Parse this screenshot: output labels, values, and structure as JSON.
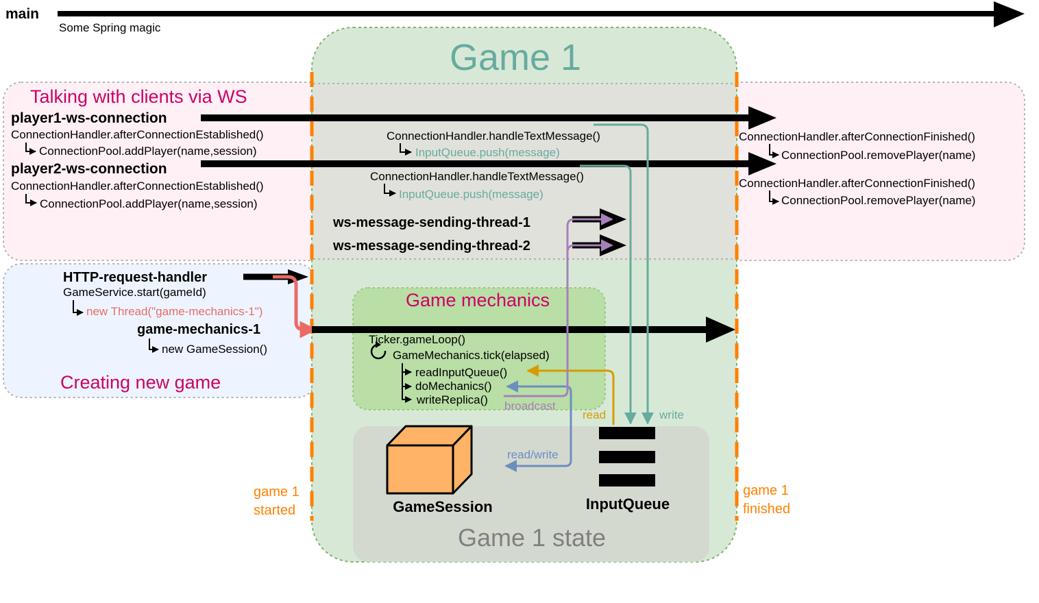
{
  "main": {
    "label": "main",
    "note": "Some Spring magic"
  },
  "game": {
    "title": "Game 1",
    "started_label": [
      "game 1",
      "started"
    ],
    "finished_label": [
      "game 1",
      "finished"
    ]
  },
  "ws": {
    "title": "Talking with clients via WS",
    "player1": {
      "thread": "player1-ws-connection",
      "established": "ConnectionHandler.afterConnectionEstablished()",
      "add": "ConnectionPool.addPlayer(name,session)",
      "handle": "ConnectionHandler.handleTextMessage()",
      "push": "InputQueue.push(message)",
      "finished": "ConnectionHandler.afterConnectionFinished()",
      "remove": "ConnectionPool.removePlayer(name)"
    },
    "player2": {
      "thread": "player2-ws-connection",
      "established": "ConnectionHandler.afterConnectionEstablished()",
      "add": "ConnectionPool.addPlayer(name,session)",
      "handle": "ConnectionHandler.handleTextMessage()",
      "push": "InputQueue.push(message)",
      "finished": "ConnectionHandler.afterConnectionFinished()",
      "remove": "ConnectionPool.removePlayer(name)"
    },
    "sender1": "ws-message-sending-thread-1",
    "sender2": "ws-message-sending-thread-2"
  },
  "create": {
    "title": "Creating new game",
    "http_thread": "HTTP-request-handler",
    "start_call": "GameService.start(gameId)",
    "new_thread": "new Thread(\"game-mechanics-1\")",
    "mech_thread": "game-mechanics-1",
    "new_session": "new GameSession()"
  },
  "mechanics": {
    "title": "Game mechanics",
    "loop": "Ticker.gameLoop()",
    "tick": "GameMechanics.tick(elapsed)",
    "read": "readInputQueue()",
    "do": "doMechanics()",
    "write": "writeReplica()",
    "broadcast": "broadcast",
    "read_label": "read",
    "write_label": "write",
    "readwrite_label": "read/write"
  },
  "state": {
    "title": "Game 1 state",
    "session": "GameSession",
    "queue": "InputQueue"
  },
  "colors": {
    "teal": "#67AB9F",
    "purple": "#A680B8",
    "orange_line": "#FF8000",
    "gold": "#D79B00",
    "blue": "#6C8EBF",
    "red": "#EA6B66",
    "magenta": "#CC0066",
    "pink_bg": "#FFF0F5",
    "blue_bg": "#EEF4FF",
    "green_bg": "#D5E8D4",
    "mech_bg": "#B9DEA6",
    "state_bg": "#D4D9D0",
    "box": "#FFB366"
  }
}
